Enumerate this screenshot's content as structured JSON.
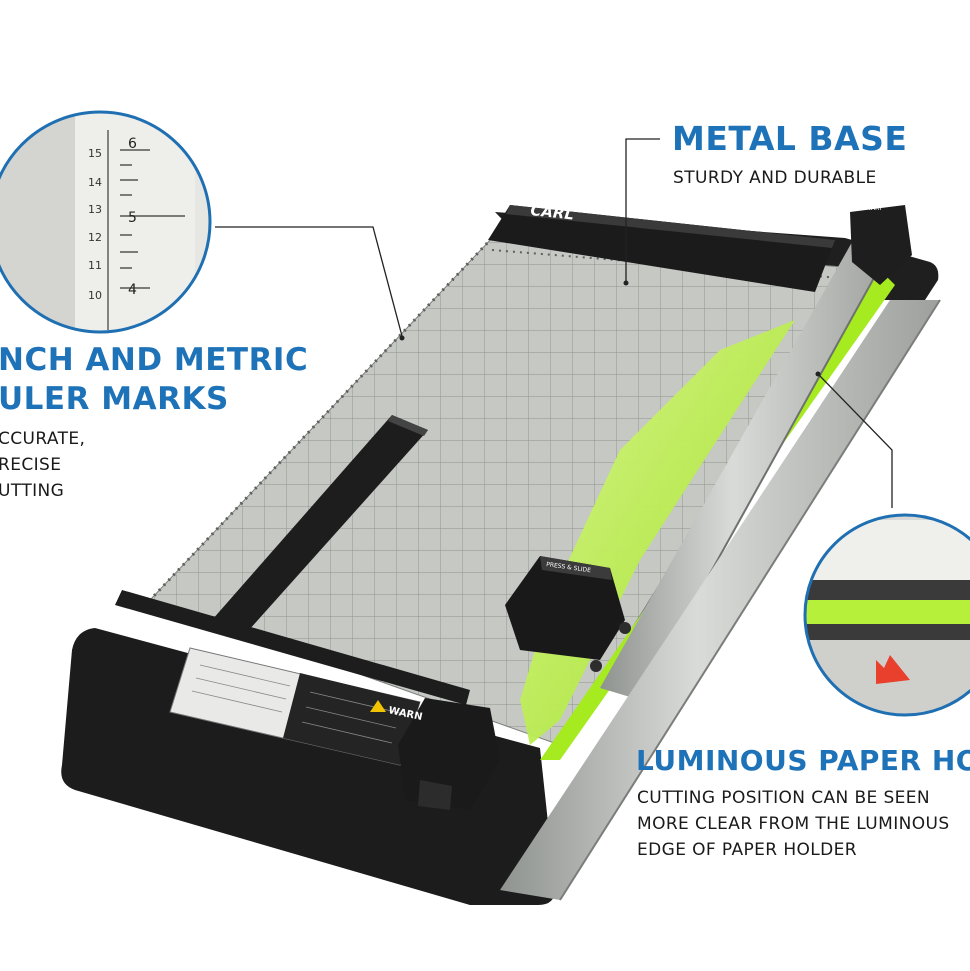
{
  "colors": {
    "heading_blue": "#1e73b8",
    "body_text": "#1a1a1a",
    "leader_line": "#222222",
    "cutter_black": "#1f1f1f",
    "cutting_mat": "#c4c7c2",
    "rail_silver": "#b9bcb8",
    "luminous_green": "#b6f03a",
    "arrow_red": "#e8402d"
  },
  "brand_label": "CARL",
  "start_label": "START",
  "press_label": "PRESS & SLIDE",
  "warning_label": "WARN",
  "ruler_inset": {
    "cm_marks": [
      "15",
      "14",
      "13",
      "12",
      "11",
      "10"
    ],
    "inch_marks": [
      "6",
      "5",
      "4"
    ]
  },
  "callouts": {
    "metal_base": {
      "title": "METAL BASE",
      "lines": [
        "STURDY AND DURABLE"
      ]
    },
    "ruler_marks": {
      "title_lines": [
        "NCH AND METRIC",
        "ULER MARKS"
      ],
      "lines": [
        "CCURATE,",
        "RECISE",
        "UTTING"
      ]
    },
    "paper_holder": {
      "title": "LUMINOUS PAPER HOLDE",
      "lines": [
        "CUTTING POSITION CAN BE SEEN",
        "MORE CLEAR FROM THE LUMINOUS",
        "EDGE OF PAPER HOLDER"
      ]
    }
  }
}
